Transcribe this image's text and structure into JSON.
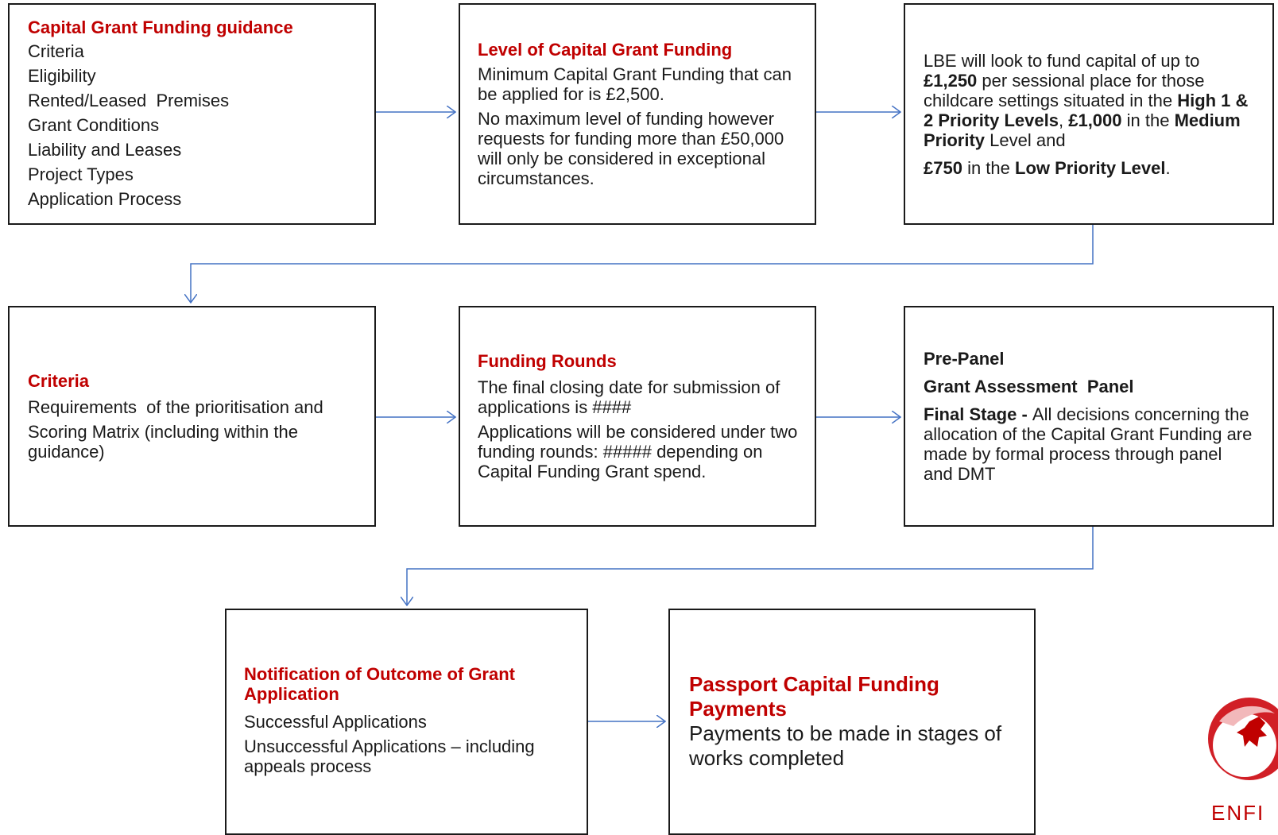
{
  "boxes": {
    "guidance": {
      "title": "Capital Grant Funding guidance",
      "items": [
        "Criteria",
        "Eligibility",
        "Rented/Leased  Premises",
        "Grant Conditions",
        "Liability and Leases",
        "Project Types",
        "Application Process"
      ]
    },
    "level": {
      "title": "Level of Capital Grant Funding",
      "p1": "Minimum Capital Grant Funding that can be applied for is £2,500.",
      "p2": "No maximum level of funding however  requests for funding more than £50,000 will only be considered in exceptional circumstances."
    },
    "lbe": {
      "t1": "LBE will look to fund capital of up to ",
      "b1": "£1,250",
      "t2": " per sessional place for those childcare settings situated in the ",
      "b2": "High 1 & 2 Priority Levels",
      "t3": ", ",
      "b3": "£1,000",
      "t4": " in the ",
      "b4": "Medium Priority",
      "t5": " Level  and",
      "b5": "£750",
      "t6": " in the ",
      "b6": "Low Priority Level",
      "t7": "."
    },
    "criteria": {
      "title": "Criteria",
      "p1": "Requirements  of the prioritisation and",
      "p2": "Scoring Matrix (including within the guidance)"
    },
    "rounds": {
      "title": "Funding Rounds",
      "p1": "The final closing date for submission of applications is ####",
      "p2": "Applications will be considered under two funding rounds: ##### depending  on Capital Funding Grant spend."
    },
    "panel": {
      "l1": "Pre-Panel",
      "l2": "Grant Assessment  Panel",
      "l3b": "Final Stage - ",
      "l3": "All decisions concerning  the allocation of the Capital Grant Funding are made by formal process through panel and DMT"
    },
    "notification": {
      "title": "Notification of Outcome of Grant Application",
      "p1": "Successful Applications",
      "p2": "Unsuccessful Applications – including appeals  process"
    },
    "payments": {
      "title": "Passport Capital Funding Payments",
      "p1": "Payments to be made in stages of works completed"
    }
  },
  "logo": {
    "text": "ENFI"
  },
  "colors": {
    "heading": "#c00000",
    "arrow": "#4472c4",
    "border": "#1a1a1a"
  }
}
